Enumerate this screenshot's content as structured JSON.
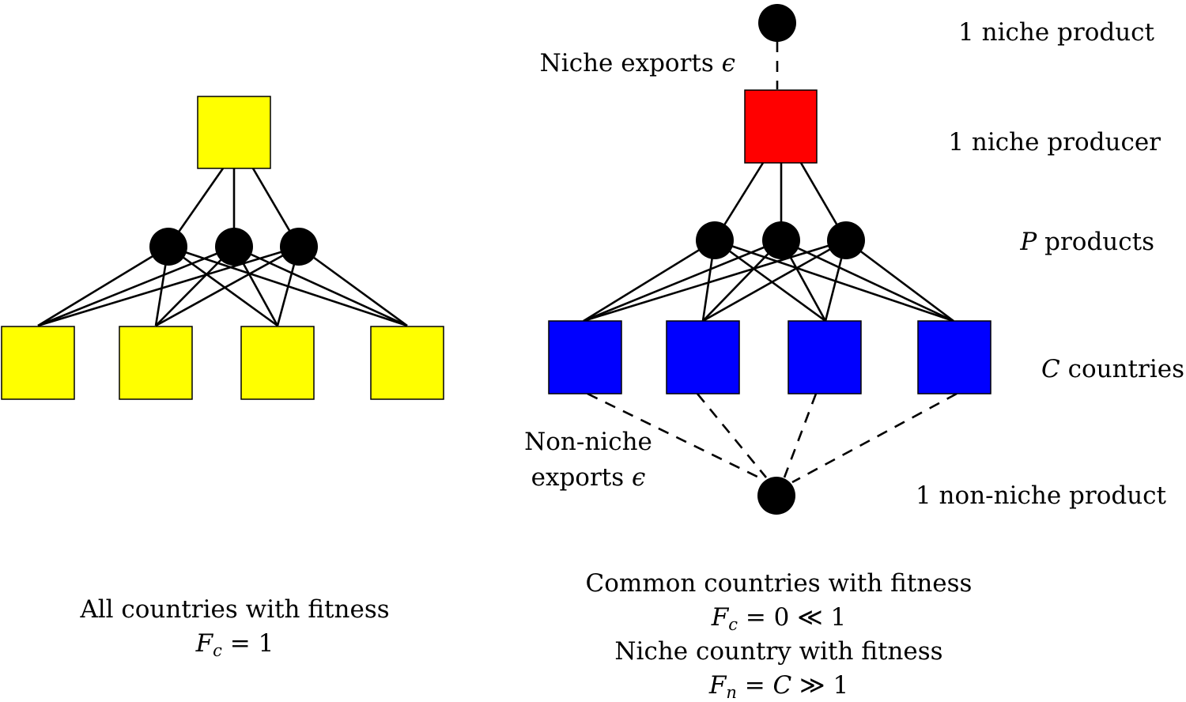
{
  "colors": {
    "left_country": "#ffff00",
    "common_country": "#0000ff",
    "niche_country": "#ff0000",
    "product": "#000000"
  },
  "right_labels": {
    "niche_product": "1 niche product",
    "niche_producer": "1 niche producer",
    "products_var": "P",
    "products_word": " products",
    "countries_var": "C",
    "countries_word": " countries",
    "non_niche_product": "1 non-niche product"
  },
  "edge_labels": {
    "niche_exports": "Niche exports ",
    "non_niche_line1": "Non-niche",
    "non_niche_line2": "exports ",
    "epsilon": "ϵ"
  },
  "captions": {
    "left": {
      "line1": "All countries with fitness",
      "line2_var": "F",
      "line2_sub": "c",
      "line2_rest": " = 1"
    },
    "right": {
      "line1": "Common countries with fitness",
      "line2_var": "F",
      "line2_sub": "c",
      "line2_rest": " = 0 ≪ 1",
      "line3": "Niche country with fitness",
      "line4_var": "F",
      "line4_sub": "n",
      "line4_rest": " = ",
      "line4_var2": "C",
      "line4_rest2": " ≫ 1"
    }
  }
}
